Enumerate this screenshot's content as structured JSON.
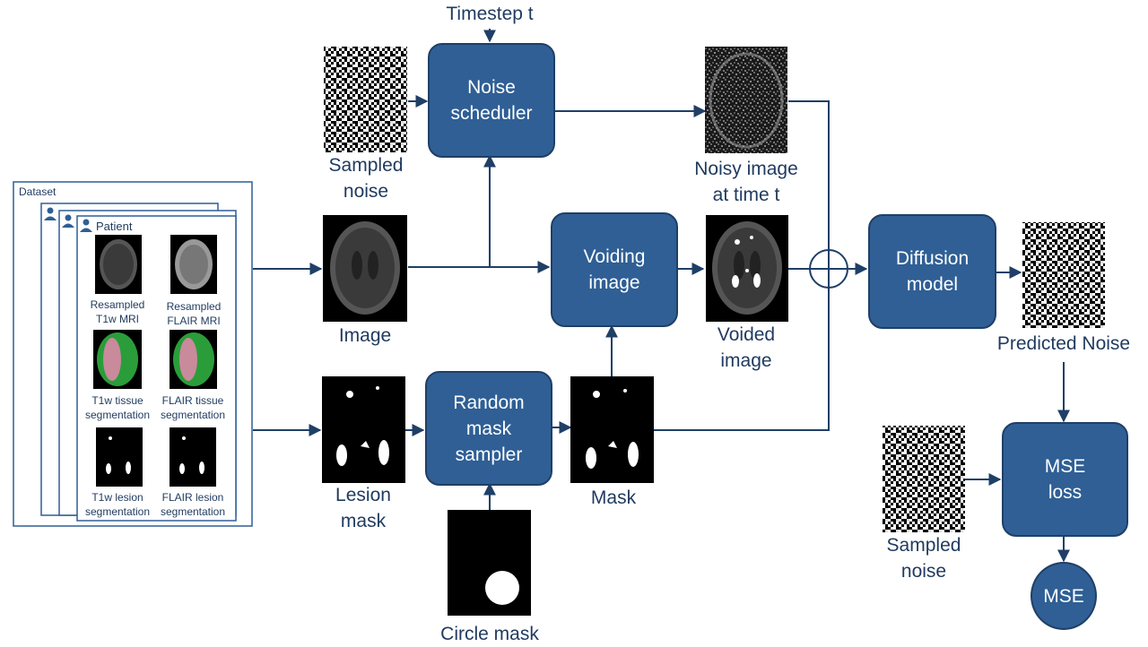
{
  "timestep_label": "Timestep t",
  "boxes": {
    "noise_scheduler": "Noise\nscheduler",
    "voiding_image": "Voiding\nimage",
    "random_mask_sampler": "Random\nmask\nsampler",
    "diffusion_model": "Diffusion\nmodel",
    "mse_loss": "MSE\nloss",
    "mse": "MSE"
  },
  "labels": {
    "sampled_noise_top": "Sampled\nnoise",
    "noisy_image": "Noisy image\nat time t",
    "image": "Image",
    "voided_image": "Voided\nimage",
    "predicted_noise": "Predicted Noise",
    "lesion_mask": "Lesion\nmask",
    "mask": "Mask",
    "circle_mask": "Circle mask",
    "sampled_noise_bottom": "Sampled\nnoise"
  },
  "dataset": {
    "title": "Dataset",
    "patient_label": "Patient",
    "items": [
      "Resampled\nT1w MRI",
      "Resampled\nFLAIR MRI",
      "T1w tissue\nsegmentation",
      "FLAIR tissue\nsegmentation",
      "T1w lesion\nsegmentation",
      "FLAIR lesion\nsegmentation"
    ]
  },
  "colors": {
    "box_fill": "#2f5f95",
    "box_border": "#1f3f66",
    "text": "#1f3a5f",
    "arrow": "#1f3f66"
  }
}
